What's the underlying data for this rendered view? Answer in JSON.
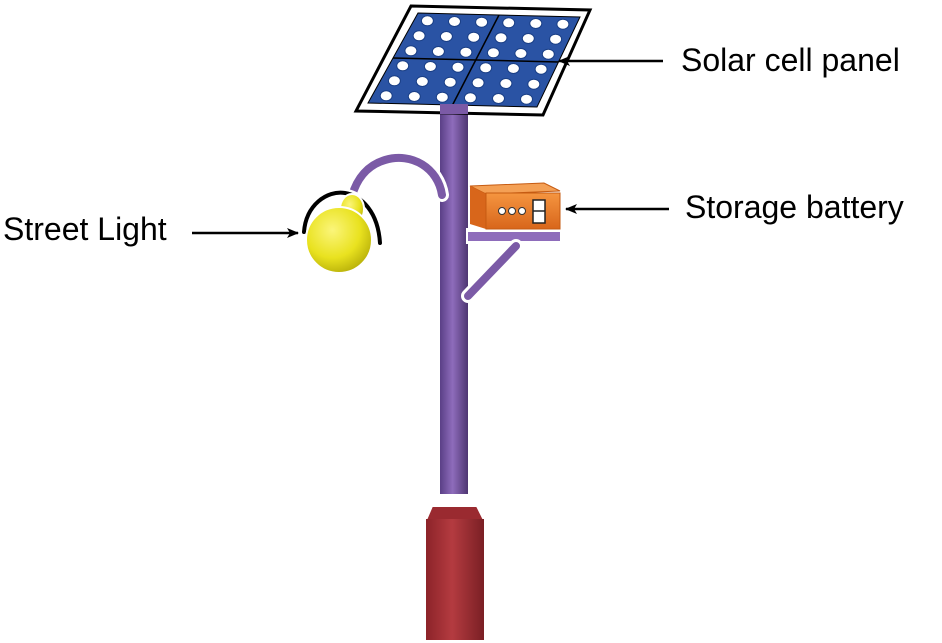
{
  "labels": {
    "solar_panel": "Solar cell panel",
    "storage_battery": "Storage battery",
    "street_light": "Street Light"
  },
  "colors": {
    "pole": "#7b5aa6",
    "pole_dark": "#4e3672",
    "pole_light": "#a486c9",
    "base": "#a9343a",
    "base_dark": "#7a1f24",
    "panel_cell": "#2a53a4",
    "panel_frame": "#111111",
    "battery": "#ef7f2a",
    "battery_dark": "#c65b12",
    "lamp": "#e9e21f",
    "lamp_dark": "#b5ad08",
    "arrow": "#000000"
  }
}
